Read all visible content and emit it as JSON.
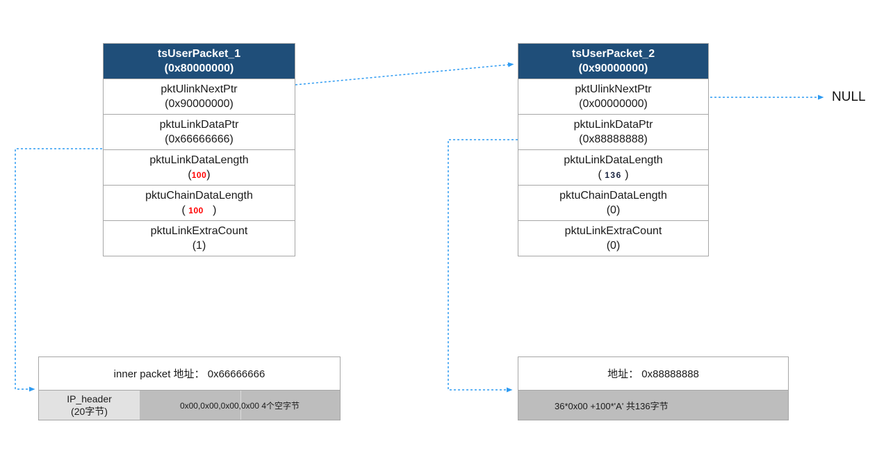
{
  "packets": [
    {
      "title": "tsUserPacket_1",
      "address": "(0x80000000)",
      "rows": [
        {
          "name": "pktUlinkNextPtr",
          "open": "(",
          "num": "0x90000000",
          "close": ")",
          "style_class": "num-plain"
        },
        {
          "name": "pktuLinkDataPtr",
          "open": "(",
          "num": "0x66666666",
          "close": ")",
          "style_class": "num-plain"
        },
        {
          "name": "pktuLinkDataLength",
          "open": "(",
          "num": "100",
          "close": ")",
          "style_class": "num-red"
        },
        {
          "name": "pktuChainDataLength",
          "open": "( ",
          "num": "100",
          "close": "   )",
          "style_class": "num-red"
        },
        {
          "name": "pktuLinkExtraCount",
          "open": "(",
          "num": "1",
          "close": ")",
          "style_class": "num-plain"
        }
      ]
    },
    {
      "title": "tsUserPacket_2",
      "address": "(0x90000000)",
      "rows": [
        {
          "name": "pktUlinkNextPtr",
          "open": "(",
          "num": "0x00000000",
          "close": ")",
          "style_class": "num-plain"
        },
        {
          "name": "pktuLinkDataPtr",
          "open": "(",
          "num": "0x88888888",
          "close": ")",
          "style_class": "num-plain"
        },
        {
          "name": "pktuLinkDataLength",
          "open": "( ",
          "num": "136",
          "close": " )",
          "style_class": "num-dark"
        },
        {
          "name": "pktuChainDataLength",
          "open": "(",
          "num": "0",
          "close": ")",
          "style_class": "num-plain"
        },
        {
          "name": "pktuLinkExtraCount",
          "open": "(",
          "num": "0",
          "close": ")",
          "style_class": "num-plain"
        }
      ]
    }
  ],
  "null_label": "NULL",
  "memory_blocks": [
    {
      "header": "inner packet 地址： 0x66666666",
      "ip_cell": {
        "label": "IP_header",
        "sublabel": "(20字节)"
      },
      "data_cell": "0x00,0x00,0x00,0x00 4个空字节"
    },
    {
      "header": "地址： 0x88888888",
      "data_cell": "36*0x00 +100*'A' 共136字节"
    }
  ],
  "colors": {
    "header_bg": "#1F4E79",
    "arrow_blue": "#2E9BF2",
    "highlight_red": "#FF0000",
    "cell_light_gray": "#E2E2E2",
    "cell_mid_gray": "#BDBDBD",
    "border_gray": "#A6A6A6"
  }
}
